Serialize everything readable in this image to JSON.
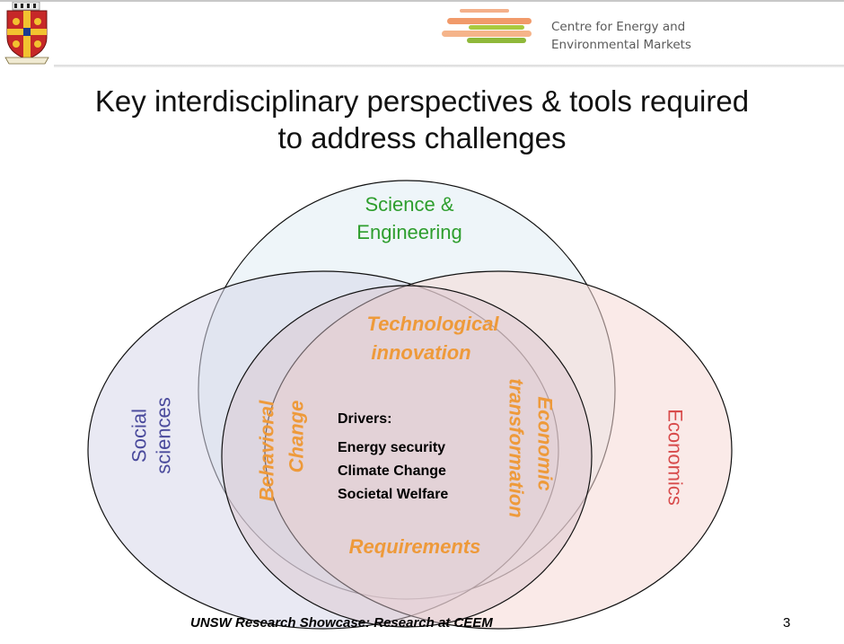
{
  "header": {
    "org_name_line1": "Centre for Energy and",
    "org_name_line2": "Environmental Markets"
  },
  "title": {
    "line1": "Key interdisciplinary perspectives & tools required",
    "line2": "to address challenges"
  },
  "venn": {
    "science": {
      "line1": "Science &",
      "line2": "Engineering",
      "color": "#2e9e2e"
    },
    "social": {
      "line1": "Social",
      "line2": "sciences",
      "color": "#4a4a9c"
    },
    "economics": {
      "label": "Economics",
      "color": "#d84c4c"
    },
    "inner_color": "#ee9a3a",
    "tech": {
      "line1": "Technological",
      "line2": "innovation"
    },
    "behavioral": {
      "line1": "Behavioral",
      "line2": "Change"
    },
    "economic_transformation": {
      "line1": "Economic",
      "line2": "transformation"
    },
    "requirements": "Requirements",
    "drivers": {
      "heading": "Drivers:",
      "items": [
        "Energy security",
        "Climate Change",
        "Societal Welfare"
      ]
    }
  },
  "footer": {
    "text": "UNSW Research Showcase: Research at CEEM",
    "page_number": "3"
  },
  "icons": [
    "unsw-crest-logo",
    "ceem-logo-mark"
  ]
}
